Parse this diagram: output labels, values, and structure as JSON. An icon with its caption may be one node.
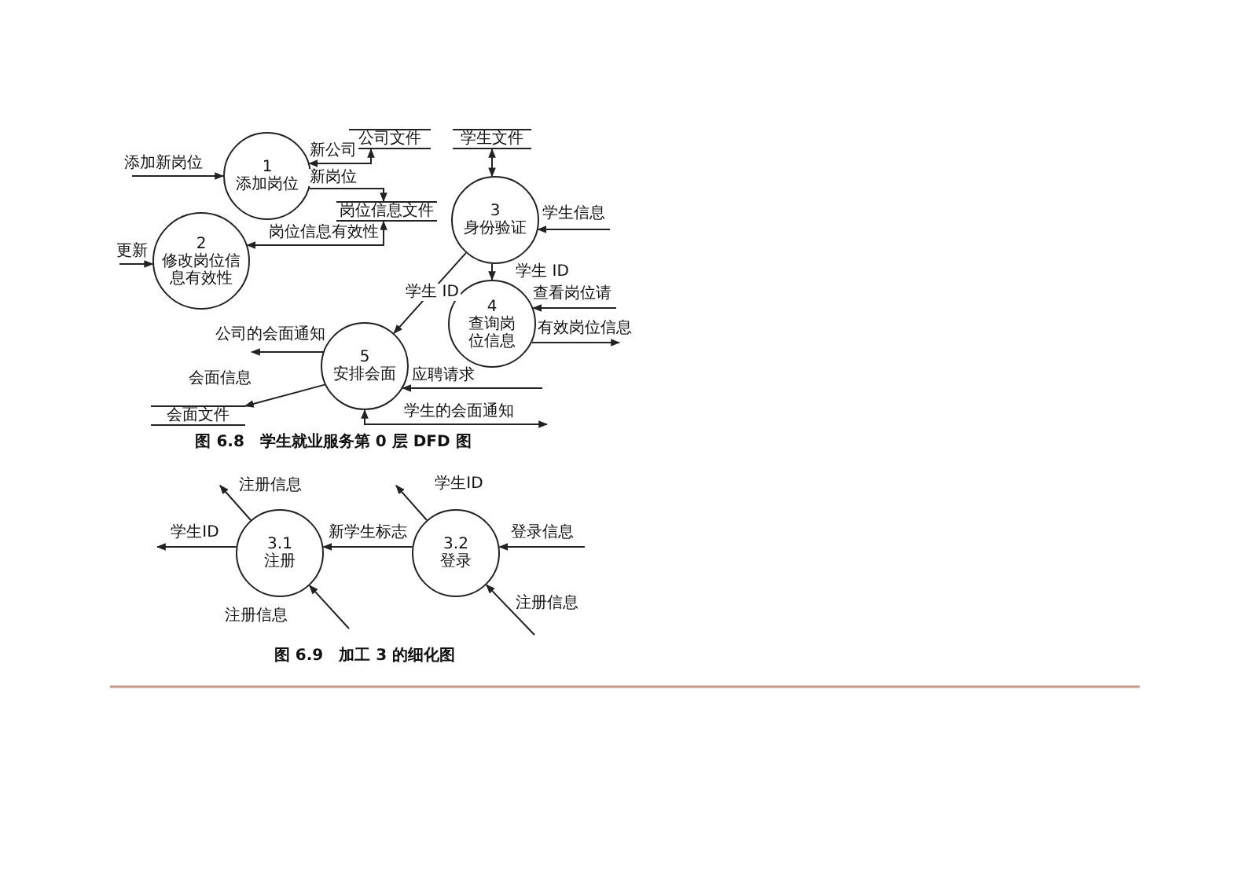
{
  "diagram": {
    "nodes": [
      {
        "text": [
          "1",
          "添加岗位"
        ]
      },
      {
        "text": [
          "公司文件"
        ]
      },
      {
        "text": [
          "岗位信息文件"
        ]
      },
      {
        "text": [
          "2",
          "修改岗位信息有效性"
        ]
      },
      {
        "text": [
          "学生文件"
        ]
      },
      {
        "text": [
          "3",
          "身份验证"
        ]
      },
      {
        "text": [
          "4",
          "查询岗位信息"
        ]
      },
      {
        "text": [
          "5",
          "安排会面"
        ]
      },
      {
        "text": [
          "会面文件"
        ]
      },
      {
        "text": [
          "3.1",
          "注册"
        ]
      },
      {
        "text": [
          "3.2",
          "登录"
        ]
      }
    ],
    "edges": [
      {
        "from": null,
        "to": 0,
        "arrow": "to",
        "label": "添加新岗位"
      },
      {
        "from": 0,
        "to": 1,
        "arrow": "both",
        "label": "新公司"
      },
      {
        "from": 0,
        "to": 2,
        "arrow": "to",
        "label": "新岗位"
      },
      {
        "from": 2,
        "to": 3,
        "arrow": "both",
        "label": "岗位信息有效性"
      },
      {
        "from": null,
        "to": 3,
        "arrow": "to",
        "label": "更新"
      },
      {
        "from": 4,
        "to": 5,
        "arrow": "both"
      },
      {
        "from": null,
        "to": 5,
        "arrow": "to",
        "label": "学生信息"
      },
      {
        "from": 5,
        "to": 6,
        "arrow": "to",
        "label": "学生 ID"
      },
      {
        "from": null,
        "to": 6,
        "arrow": "to",
        "label": "查看岗位请"
      },
      {
        "from": 6,
        "to": null,
        "arrow": "to",
        "label": "有效岗位信息"
      },
      {
        "from": 5,
        "to": 7,
        "arrow": "to",
        "label": "学生 ID"
      },
      {
        "from": 7,
        "to": null,
        "arrow": "to",
        "label": "公司的会面通知"
      },
      {
        "from": 7,
        "to": 8,
        "arrow": "to",
        "label": "会面信息"
      },
      {
        "from": null,
        "to": 7,
        "arrow": "to",
        "label": "应聘请求"
      },
      {
        "from": 7,
        "to": null,
        "arrow": "both",
        "label": "学生的会面通知"
      },
      {
        "from": 9,
        "to": null,
        "arrow": "to",
        "label": "注册信息"
      },
      {
        "from": 9,
        "to": null,
        "arrow": "to",
        "label": "学生ID"
      },
      {
        "from": 10,
        "to": 9,
        "arrow": "to",
        "label": "新学生标志"
      },
      {
        "from": 10,
        "to": null,
        "arrow": "to",
        "label": "学生ID"
      },
      {
        "from": null,
        "to": 10,
        "arrow": "to",
        "label": "登录信息"
      },
      {
        "from": null,
        "to": 9,
        "arrow": "to",
        "label": "注册信息"
      },
      {
        "from": null,
        "to": 10,
        "arrow": "to",
        "label": "注册信息"
      }
    ],
    "labels": [
      "图 6.8　学生就业服务第 0 层 DFD 图",
      "图 6.9　加工 3 的细化图"
    ]
  }
}
